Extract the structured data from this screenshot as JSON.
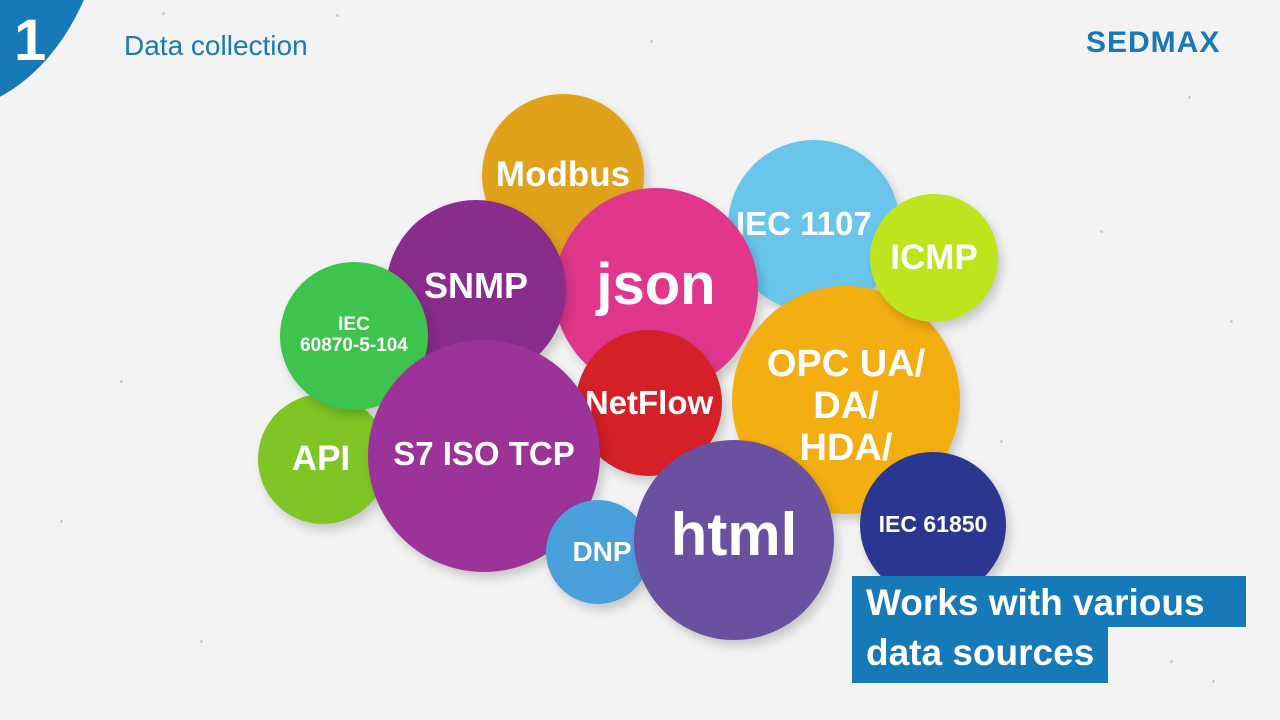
{
  "header": {
    "step_number": "1",
    "title": "Data collection",
    "logo": "SEDMAX"
  },
  "bubbles": [
    {
      "id": "modbus",
      "label": "Modbus",
      "color": "#e0a11b"
    },
    {
      "id": "json",
      "label": "json",
      "color": "#e0378c"
    },
    {
      "id": "snmp",
      "label": "SNMP",
      "color": "#8a2c8c"
    },
    {
      "id": "iec-104",
      "label": "IEC\n60870-5-104",
      "color": "#3fc34f"
    },
    {
      "id": "api",
      "label": "API",
      "color": "#7fc525"
    },
    {
      "id": "s7",
      "label": "S7 ISO TCP",
      "color": "#9b3399"
    },
    {
      "id": "netflow",
      "label": "NetFlow",
      "color": "#d42027"
    },
    {
      "id": "iec-1107",
      "label": "IEC 1107",
      "color": "#69c6ea"
    },
    {
      "id": "icmp",
      "label": "ICMP",
      "color": "#bde41d"
    },
    {
      "id": "opc",
      "label": "OPC UA/\nDA/\nHDA/",
      "color": "#f3ae12"
    },
    {
      "id": "dnp",
      "label": "DNP",
      "color": "#4aa0db"
    },
    {
      "id": "html",
      "label": "html",
      "color": "#6a519f"
    },
    {
      "id": "iec-61850",
      "label": "IEC 61850",
      "color": "#2b3690"
    }
  ],
  "banner": {
    "line1": "Works with various",
    "line2": "data sources"
  },
  "colors": {
    "accent": "#1679b8",
    "background": "#f3f3f4"
  }
}
